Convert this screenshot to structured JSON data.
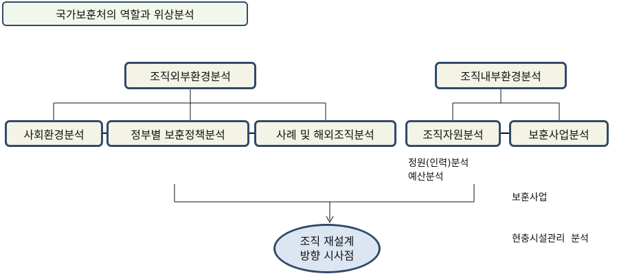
{
  "title": "국가보훈처의 역할과 위상분석",
  "external": {
    "label": "조직외부환경분석",
    "children": [
      "사회환경분석",
      "정부별 보훈정책분석",
      "사례 및 해외조직분석"
    ]
  },
  "internal": {
    "label": "조직내부환경분석",
    "children": [
      "조직자원분석",
      "보훈사업분석"
    ]
  },
  "notes": {
    "resources": [
      "정원(인력)분석",
      "예산분석"
    ],
    "projects": [
      "보훈사업",
      "현충시설관리  분석"
    ]
  },
  "result": {
    "lines": [
      "조직 재설계",
      "방향 시사점"
    ]
  },
  "colors": {
    "box_border": "#2f4a6a",
    "box_fill": "#f3f3e6",
    "ellipse_fill": "#dce6f2"
  }
}
